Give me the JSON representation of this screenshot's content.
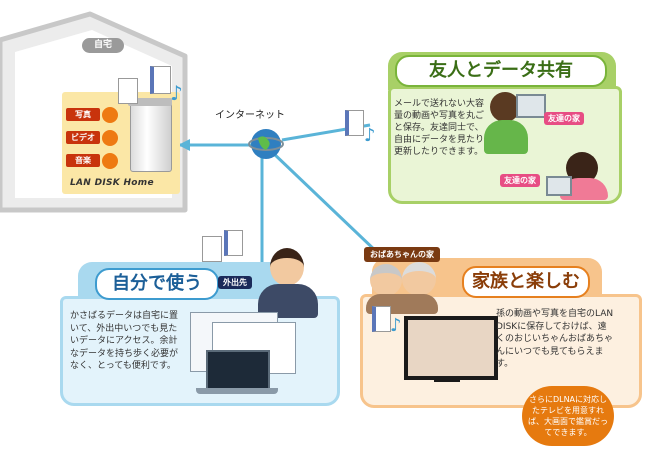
{
  "home": {
    "label": "自宅",
    "device_name": "LAN DISK Home",
    "media_items": [
      {
        "label": "写真",
        "icon": "photo-icon"
      },
      {
        "label": "ビデオ",
        "icon": "video-icon"
      },
      {
        "label": "音楽",
        "icon": "music-icon"
      }
    ]
  },
  "internet_label": "インターネット",
  "friends": {
    "title": "友人とデータ共有",
    "text": "メールで送れない大容量の動画や写真を丸ごと保存。友達同士で、自由にデータを見たり更新したりできます。",
    "badge_top": "友達の家",
    "badge_bottom": "友達の家"
  },
  "self_use": {
    "title": "自分で使う",
    "badge": "外出先",
    "text": "かさばるデータは自宅に置いて、外出中いつでも見たいデータにアクセス。余計なデータを持ち歩く必要がなく、とっても便利です。"
  },
  "family": {
    "badge": "おばあちゃんの家",
    "title": "家族と楽しむ",
    "text": "孫の動画や写真を自宅のLAN DISKに保存しておけば、遠くのおじいちゃんおばあちゃんにいつでも見てもらえます。",
    "dlna_note": "さらにDLNAに対応したテレビを用意すれば、大画面で鑑賞だってできます。"
  },
  "colors": {
    "link_line": "#5ab4d8",
    "friends_accent": "#79b43a",
    "self_accent": "#3d9bcf",
    "family_accent": "#e6801f",
    "media_label": "#c8330c"
  }
}
